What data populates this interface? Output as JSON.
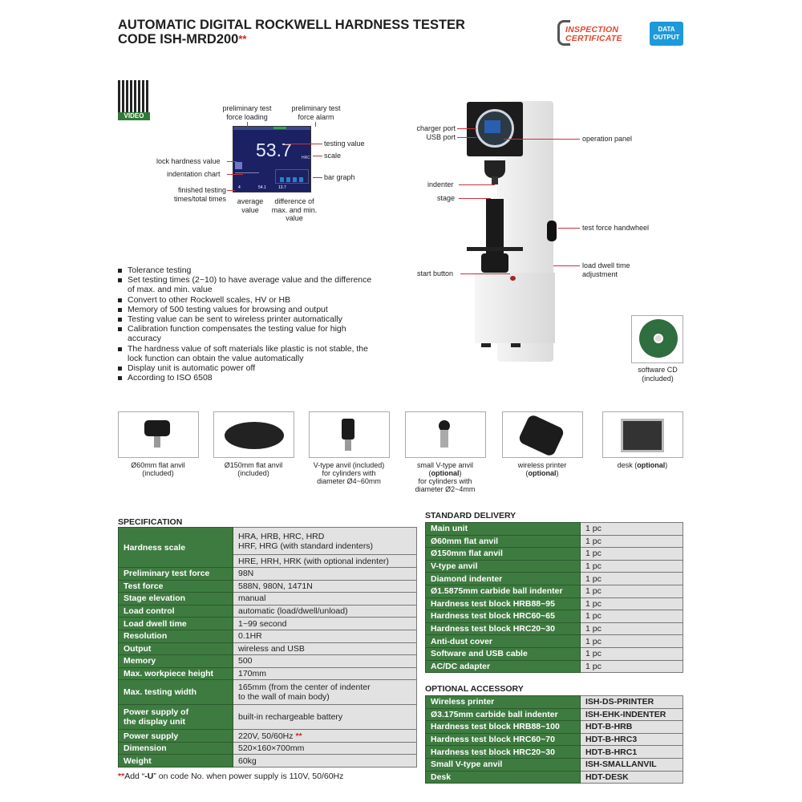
{
  "header": {
    "title_line1": "AUTOMATIC DIGITAL ROCKWELL HARDNESS TESTER",
    "title_line2": "CODE ISH-MRD200",
    "title_mark": "**",
    "badge_inspection_1": "INSPECTION",
    "badge_inspection_2": "CERTIFICATE",
    "badge_data_1": "DATA",
    "badge_data_2": "OUTPUT"
  },
  "qr": {
    "label": "VIDEO"
  },
  "screen": {
    "value": "53.7",
    "scale": "HRC",
    "count": "4",
    "average": "54.1",
    "difference": "13.7",
    "callouts": {
      "pre_load": "preliminary test force loading",
      "pre_alarm": "preliminary test force alarm",
      "testing_value": "testing value",
      "scale": "scale",
      "lock": "lock hardness value",
      "indentation": "indentation chart",
      "bar_graph": "bar graph",
      "finished": "finished testing times/total times",
      "average": "average value",
      "difference": "difference of max. and min. value"
    }
  },
  "machine": {
    "callouts": {
      "charger": "charger port",
      "usb": "USB port",
      "panel": "operation panel",
      "indenter": "indenter",
      "stage": "stage",
      "handwheel": "test force handwheel",
      "start": "start button",
      "dwell": "load dwell time adjustment"
    },
    "cd_label_1": "software CD",
    "cd_label_2": "(included)"
  },
  "features": [
    "Tolerance testing",
    "Set testing times (2~10) to have average value and the difference of max. and min. value",
    "Convert to other Rockwell scales, HV or HB",
    "Memory of 500 testing values for browsing and output",
    "Testing value can be sent to wireless printer automatically",
    "Calibration function compensates the testing value for high accuracy",
    "The hardness value of soft materials like plastic is not stable, the lock function can obtain the value automatically",
    "Display unit is automatic power off",
    "According to ISO 6508"
  ],
  "accessories": [
    {
      "l1": "Ø60mm flat anvil",
      "l2": "(included)"
    },
    {
      "l1": "Ø150mm flat anvil",
      "l2": "(included)"
    },
    {
      "l1": "V-type anvil (included)",
      "l2": "for cylinders with",
      "l3": "diameter Ø4~60mm"
    },
    {
      "l1": "small V-type anvil",
      "l2b": "optional",
      "l3": "for cylinders with",
      "l4": "diameter Ø2~4mm"
    },
    {
      "l1": "wireless printer",
      "l2b": "optional"
    },
    {
      "l1": "desk",
      "l2b": "optional"
    }
  ],
  "specification": {
    "title": "SPECIFICATION",
    "hardness": {
      "label": "Hardness scale",
      "v1": "HRA, HRB, HRC, HRD",
      "v2": "HRF, HRG (with standard indenters)",
      "v3": "HRE, HRH, HRK (with optional indenter)"
    },
    "rows": [
      [
        "Preliminary test force",
        "98N"
      ],
      [
        "Test force",
        "588N, 980N, 1471N"
      ],
      [
        "Stage elevation",
        "manual"
      ],
      [
        "Load control",
        "automatic (load/dwell/unload)"
      ],
      [
        "Load dwell time",
        "1~99 second"
      ],
      [
        "Resolution",
        "0.1HR"
      ],
      [
        "Output",
        "wireless and USB"
      ],
      [
        "Memory",
        "500"
      ],
      [
        "Max. workpiece height",
        "170mm"
      ]
    ],
    "width": {
      "label": "Max. testing width",
      "v1": "165mm (from the center of indenter",
      "v2": "to the wall of main body)"
    },
    "display_power": {
      "l1": "Power supply of",
      "l2": "the display unit",
      "v": "built-in rechargeable battery"
    },
    "power": {
      "label": "Power supply",
      "v": "220V, 50/60Hz",
      "mark": "**"
    },
    "rows2": [
      [
        "Dimension",
        "520×160×700mm"
      ],
      [
        "Weight",
        "60kg"
      ]
    ],
    "note": {
      "mark": "**",
      "pre": "Add “",
      "code": "-U",
      "post": "” on code No. when power supply is 110V, 50/60Hz"
    }
  },
  "standard_delivery": {
    "title": "STANDARD DELIVERY",
    "rows": [
      [
        "Main unit",
        "1 pc"
      ],
      [
        "Ø60mm flat anvil",
        "1 pc"
      ],
      [
        "Ø150mm flat anvil",
        "1 pc"
      ],
      [
        "V-type anvil",
        "1 pc"
      ],
      [
        "Diamond indenter",
        "1 pc"
      ],
      [
        "Ø1.5875mm carbide ball indenter",
        "1 pc"
      ],
      [
        "Hardness test block HRB88~95",
        "1 pc"
      ],
      [
        "Hardness test block HRC60~65",
        "1 pc"
      ],
      [
        "Hardness test block HRC20~30",
        "1 pc"
      ],
      [
        "Anti-dust cover",
        "1 pc"
      ],
      [
        "Software and USB cable",
        "1 pc"
      ],
      [
        "AC/DC adapter",
        "1 pc"
      ]
    ]
  },
  "optional_accessory": {
    "title": "OPTIONAL ACCESSORY",
    "rows": [
      [
        "Wireless printer",
        "ISH-DS-PRINTER"
      ],
      [
        "Ø3.175mm carbide ball indenter",
        "ISH-EHK-INDENTER"
      ],
      [
        "Hardness test block HRB88~100",
        "HDT-B-HRB"
      ],
      [
        "Hardness test block HRC60~70",
        "HDT-B-HRC3"
      ],
      [
        "Hardness test block HRC20~30",
        "HDT-B-HRC1"
      ],
      [
        "Small V-type anvil",
        "ISH-SMALLANVIL"
      ],
      [
        "Desk",
        "HDT-DESK"
      ]
    ]
  }
}
